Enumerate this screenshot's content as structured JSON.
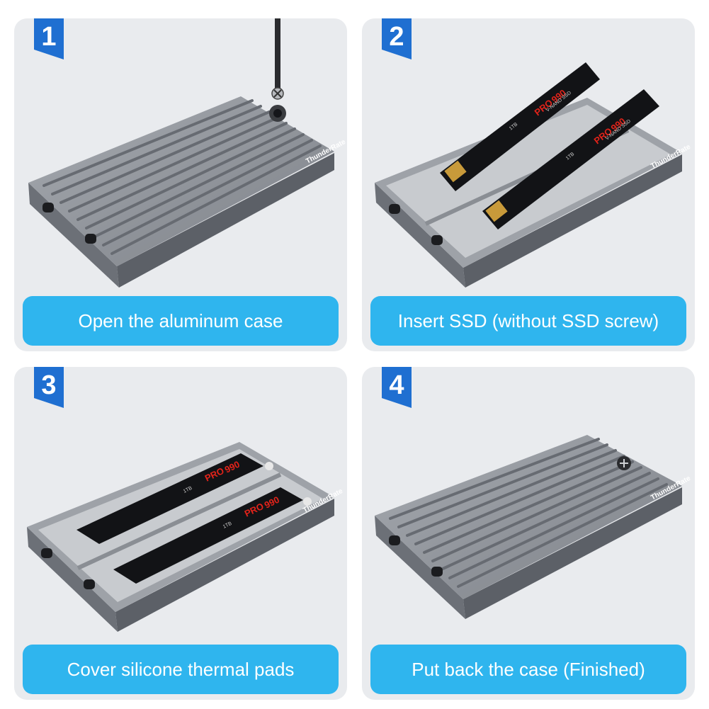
{
  "steps": [
    {
      "number": "1",
      "caption": "Open the aluminum case"
    },
    {
      "number": "2",
      "caption": "Insert SSD (without SSD screw)"
    },
    {
      "number": "3",
      "caption": "Cover silicone thermal pads"
    },
    {
      "number": "4",
      "caption": "Put back the case (Finished)"
    }
  ],
  "enclosure": {
    "brand": "ThunderRate"
  },
  "ssd": {
    "model": "990",
    "series": "PRO",
    "type": "V-NAND SSD",
    "capacity": "1TB"
  },
  "colors": {
    "badge": "#1f6fd1",
    "caption_bg": "#2fb5ee",
    "panel_bg": "#e9ebee",
    "case_metal": "#8e9299",
    "ssd_red": "#e2231a"
  }
}
